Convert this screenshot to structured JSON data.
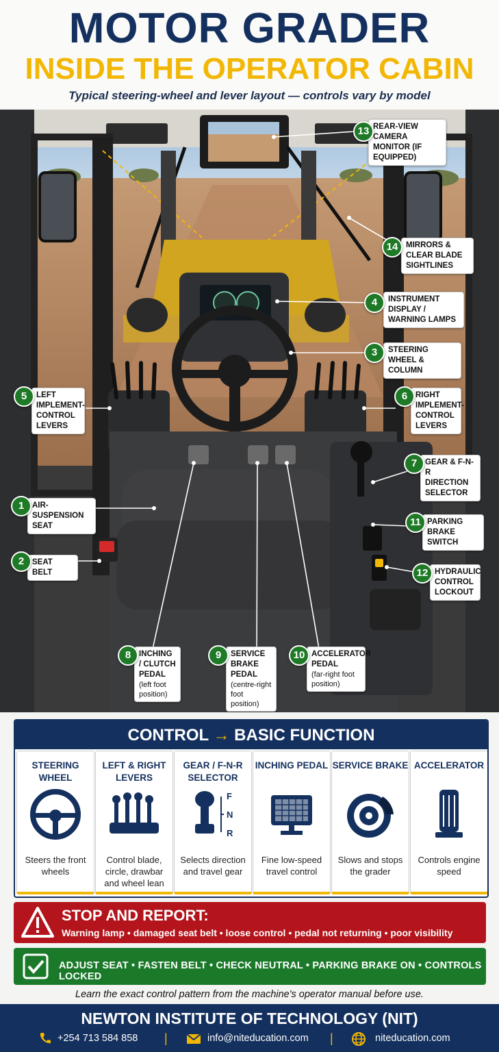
{
  "header": {
    "title_line1": "MOTOR GRADER",
    "title_line2": "INSIDE THE OPERATOR CABIN",
    "subtitle": "Typical steering-wheel and lever layout — controls vary by model"
  },
  "callouts": [
    {
      "num": "13",
      "label": "REAR-VIEW CAMERA MONITOR (IF EQUIPPED)"
    },
    {
      "num": "14",
      "label": "MIRRORS & CLEAR BLADE SIGHTLINES"
    },
    {
      "num": "4",
      "label": "INSTRUMENT DISPLAY / WARNING LAMPS"
    },
    {
      "num": "3",
      "label": "STEERING WHEEL & COLUMN"
    },
    {
      "num": "5",
      "label": "LEFT IMPLEMENT-CONTROL LEVERS"
    },
    {
      "num": "6",
      "label": "RIGHT IMPLEMENT-CONTROL LEVERS"
    },
    {
      "num": "7",
      "label": "GEAR & F-N-R DIRECTION SELECTOR"
    },
    {
      "num": "1",
      "label": "AIR-SUSPENSION SEAT"
    },
    {
      "num": "11",
      "label": "PARKING BRAKE SWITCH"
    },
    {
      "num": "2",
      "label": "SEAT BELT"
    },
    {
      "num": "12",
      "label": "HYDRAULIC CONTROL LOCKOUT"
    },
    {
      "num": "8",
      "label": "INCHING / CLUTCH PEDAL",
      "sub": "(left foot position)"
    },
    {
      "num": "9",
      "label": "SERVICE BRAKE PEDAL",
      "sub": "(centre-right foot position)"
    },
    {
      "num": "10",
      "label": "ACCELERATOR PEDAL",
      "sub": "(far-right foot position)"
    }
  ],
  "table": {
    "heading_left": "CONTROL",
    "heading_arrow": "→",
    "heading_right": "BASIC FUNCTION",
    "columns": [
      {
        "title": "STEERING WHEEL",
        "desc": "Steers the front wheels",
        "icon": "steering-wheel-icon"
      },
      {
        "title": "LEFT & RIGHT LEVERS",
        "desc": "Control blade, circle, drawbar and wheel lean",
        "icon": "levers-icon"
      },
      {
        "title": "GEAR / F-N-R SELECTOR",
        "desc": "Selects direction and travel gear",
        "icon": "gear-selector-icon",
        "marks": [
          "F",
          "N",
          "R"
        ]
      },
      {
        "title": "INCHING PEDAL",
        "desc": "Fine low-speed travel control",
        "icon": "inching-pedal-icon"
      },
      {
        "title": "SERVICE BRAKE",
        "desc": "Slows and stops the grader",
        "icon": "brake-disc-icon"
      },
      {
        "title": "ACCELERATOR",
        "desc": "Controls engine speed",
        "icon": "accelerator-pedal-icon"
      }
    ]
  },
  "stop": {
    "title": "STOP AND REPORT:",
    "items": "Warning lamp  •  damaged seat belt  •  loose control  •  pedal not returning  •  poor visibility"
  },
  "check": {
    "items": "ADJUST SEAT  •  FASTEN BELT  •  CHECK NEUTRAL  •  PARKING BRAKE ON  •  CONTROLS LOCKED"
  },
  "note": "Learn the exact control pattern from the machine's operator manual before use.",
  "footer": {
    "title": "NEWTON INSTITUTE OF TECHNOLOGY (NIT)",
    "phone": "+254 713 584 858",
    "email": "info@niteducation.com",
    "website": "niteducation.com",
    "separator": "|"
  },
  "colors": {
    "navy": "#14305e",
    "yellow": "#f2b705",
    "green": "#1f7a27",
    "red": "#b4141b"
  }
}
